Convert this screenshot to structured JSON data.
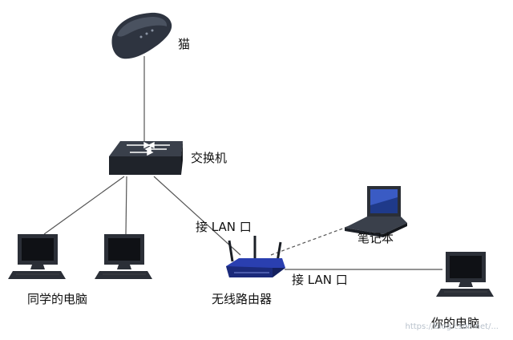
{
  "labels": {
    "modem": "猫",
    "switch": "交换机",
    "lan_port_1": "接 LAN 口",
    "laptop": "笔记本",
    "lan_port_2": "接 LAN 口",
    "classmate_pc": "同学的电脑",
    "router": "无线路由器",
    "your_pc": "你的电脑"
  },
  "watermark": "https://blog.csdn.net/...",
  "colors": {
    "background": "#ffffff",
    "cable": "#555555",
    "wireless_link": "#555555",
    "device_dark": "#2b2f37",
    "router_accent": "#2a3fb0",
    "screen": "#1f3a8a"
  },
  "connections": [
    {
      "from": "modem",
      "to": "switch",
      "style": "solid"
    },
    {
      "from": "switch",
      "to": "classmate-pc-1",
      "style": "solid"
    },
    {
      "from": "switch",
      "to": "classmate-pc-2",
      "style": "solid"
    },
    {
      "from": "switch",
      "to": "wireless-router",
      "style": "solid"
    },
    {
      "from": "wireless-router",
      "to": "laptop",
      "style": "dashed"
    },
    {
      "from": "wireless-router",
      "to": "your-pc",
      "style": "solid"
    }
  ]
}
